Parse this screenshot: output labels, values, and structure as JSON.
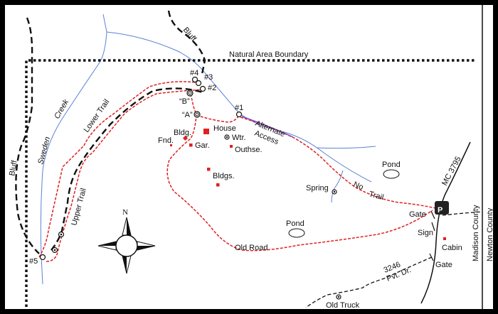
{
  "map": {
    "boundary_label": "Natural Area Boundary",
    "bluff_labels": [
      "Bluff",
      "Bluff"
    ],
    "creek_labels": [
      "Sweden",
      "Creek"
    ],
    "trails": {
      "lower": "Lower Trail",
      "upper": "Upper Trail",
      "alternate": "Alternate",
      "access": "Access",
      "no": "No",
      "trail": "Trail",
      "old_road": "Old Road"
    },
    "points": {
      "p1": "#1",
      "p2": "#2",
      "p3": "#3",
      "p4": "#4",
      "p5": "#5",
      "a": "“A”",
      "b": "“B”"
    },
    "features": {
      "house": "House",
      "wtr": "Wtr.",
      "outhse": "Outhse.",
      "bldg": "Bldg.",
      "fnd": "Fnd.",
      "gar": "Gar.",
      "bldgs": "Bldgs.",
      "pond1": "Pond",
      "pond2": "Pond",
      "spring": "Spring",
      "gate1": "Gate",
      "gate2": "Gate",
      "sign": "Sign",
      "cabin": "Cabin",
      "old_truck": "Old Truck",
      "parking": "P"
    },
    "roads": {
      "mc": "MC 3795",
      "pvt_num": "3246",
      "pvt": "Pvt. Dr."
    },
    "counties": {
      "madison": "Madison County",
      "newton": "Newton County"
    },
    "compass": {
      "north": "N"
    },
    "colors": {
      "trail": "#e02020",
      "creek": "#5b82d6",
      "frame": "#000000"
    }
  }
}
